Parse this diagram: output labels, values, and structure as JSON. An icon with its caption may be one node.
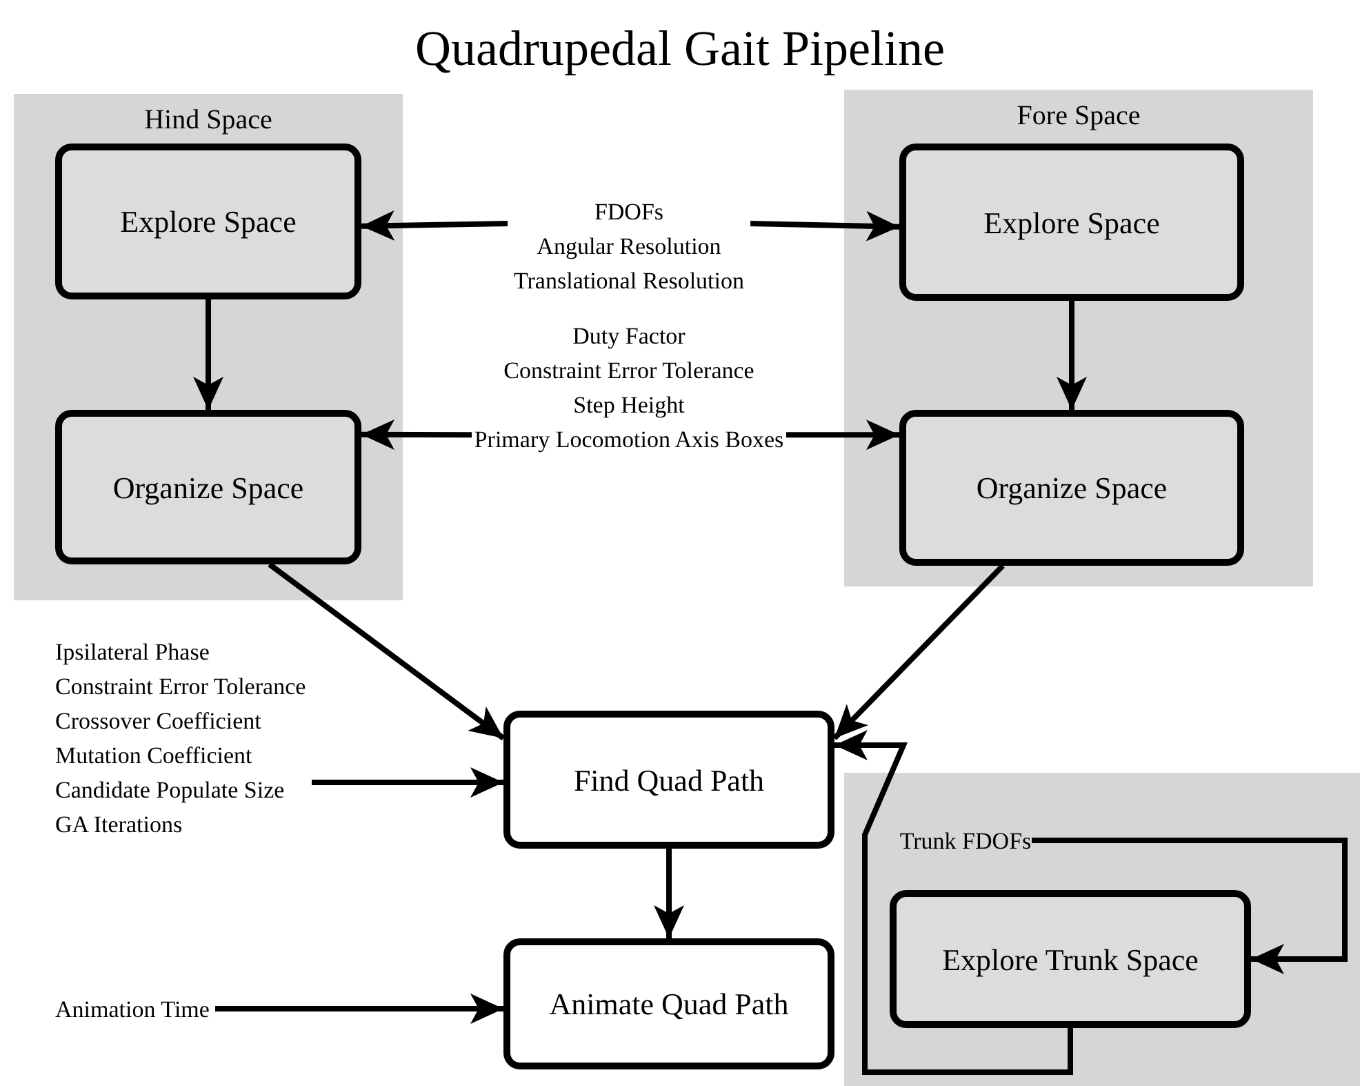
{
  "diagram": {
    "title": "Quadrupedal Gait Pipeline",
    "nodes": [
      {
        "text": [
          "Hind Space"
        ]
      },
      {
        "text": [
          "Explore Space"
        ],
        "in": 0
      },
      {
        "text": [
          "Organize Space"
        ],
        "in": 0
      },
      {
        "text": [
          "Fore Space"
        ]
      },
      {
        "text": [
          "Explore Space"
        ],
        "in": 3
      },
      {
        "text": [
          "Organize Space"
        ],
        "in": 3
      },
      {
        "text": [
          "FDOFs",
          "Angular Resolution",
          "Translational Resolution"
        ]
      },
      {
        "text": [
          "Duty Factor",
          "Constraint Error Tolerance",
          "Step Height",
          "Primary Locomotion Axis Boxes"
        ]
      },
      {
        "text": [
          "Ipsilateral Phase",
          "Constraint Error Tolerance",
          "Crossover Coefficient",
          "Mutation Coefficient",
          "Candidate Populate Size",
          "GA Iterations"
        ]
      },
      {
        "text": [
          "Find Quad Path"
        ]
      },
      {
        "text": [
          "Animate Quad Path"
        ]
      },
      {
        "text": [
          "Animation Time"
        ]
      },
      {
        "text": [],
        "shape": "box"
      },
      {
        "text": [
          "Trunk FDOFs"
        ],
        "in": 12
      },
      {
        "text": [
          "Explore Trunk Space"
        ],
        "in": 12
      }
    ],
    "edges": [
      {
        "from": 6,
        "to": 1,
        "arrow": "to"
      },
      {
        "from": 6,
        "to": 4,
        "arrow": "to"
      },
      {
        "from": 7,
        "to": 2,
        "arrow": "to"
      },
      {
        "from": 7,
        "to": 5,
        "arrow": "to"
      },
      {
        "from": 2,
        "to": 9,
        "arrow": "to"
      },
      {
        "from": 5,
        "to": 9,
        "arrow": "to"
      },
      {
        "from": 8,
        "to": 9,
        "arrow": "to"
      },
      {
        "from": 9,
        "to": 10,
        "arrow": "to"
      },
      {
        "from": 11,
        "to": 10,
        "arrow": "to"
      },
      {
        "from": 1,
        "to": 2,
        "arrow": "to"
      },
      {
        "from": 4,
        "to": 5,
        "arrow": "to"
      },
      {
        "from": 13,
        "to": 14,
        "arrow": "to"
      },
      {
        "from": 14,
        "to": 9,
        "arrow": "to"
      }
    ]
  }
}
